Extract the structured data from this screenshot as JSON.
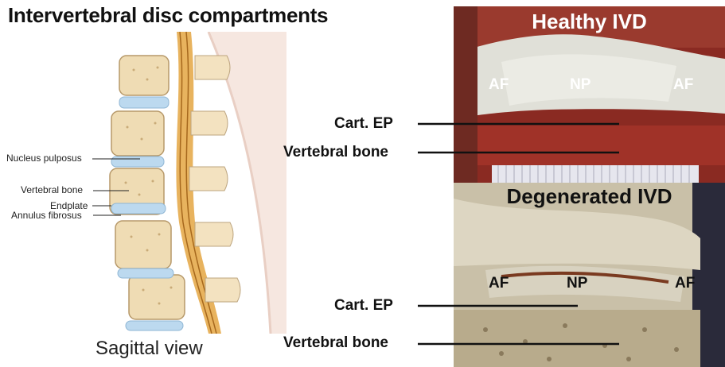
{
  "title": "Intervertebral disc compartments",
  "left_labels": {
    "nucleus": "Nucleus pulposus",
    "vertebral": "Vertebral bone",
    "endplate": "Endplate",
    "annulus": "Annulus fibrosus"
  },
  "caption": "Sagittal view",
  "mid_labels": {
    "cart_ep_top": "Cart. EP",
    "vertebral_top": "Vertebral bone",
    "cart_ep_bottom": "Cart. EP",
    "vertebral_bottom": "Vertebral bone"
  },
  "healthy": {
    "title": "Healthy IVD",
    "af_left": "AF",
    "np": "NP",
    "af_right": "AF"
  },
  "degenerated": {
    "title": "Degenerated IVD",
    "af_left": "AF",
    "np": "NP",
    "af_right": "AF"
  }
}
